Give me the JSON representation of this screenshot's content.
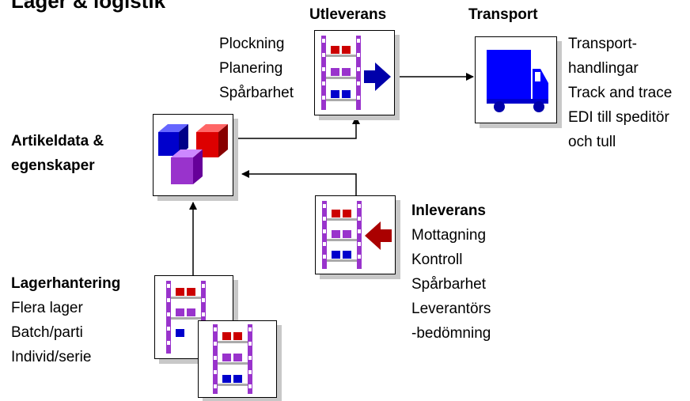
{
  "title": "Lager & logistik",
  "utleverans": {
    "heading": "Utleverans",
    "lines": [
      "Plockning",
      "Planering",
      "Spårbarhet"
    ]
  },
  "transport": {
    "heading": "Transport",
    "lines": [
      "Transport-",
      "handlingar",
      "Track and trace",
      "EDI till speditör",
      "och tull"
    ]
  },
  "artikeldata": {
    "lines": [
      "Artikeldata &",
      "egenskaper"
    ]
  },
  "inleverans": {
    "heading": "Inleverans",
    "lines": [
      "Mottagning",
      "Kontroll",
      "Spårbarhet",
      "Leverantörs",
      "-bedömning"
    ]
  },
  "lagerhantering": {
    "heading": "Lagerhantering",
    "lines": [
      "Flera lager",
      "Batch/parti",
      "Individ/serie"
    ]
  },
  "colors": {
    "red": "#cc0000",
    "purple": "#9933cc",
    "blue": "#0000cc",
    "truck": "#0000ff",
    "arrow_out": "#0000aa",
    "arrow_in": "#aa0000",
    "shadow": "#c8c8c8"
  }
}
